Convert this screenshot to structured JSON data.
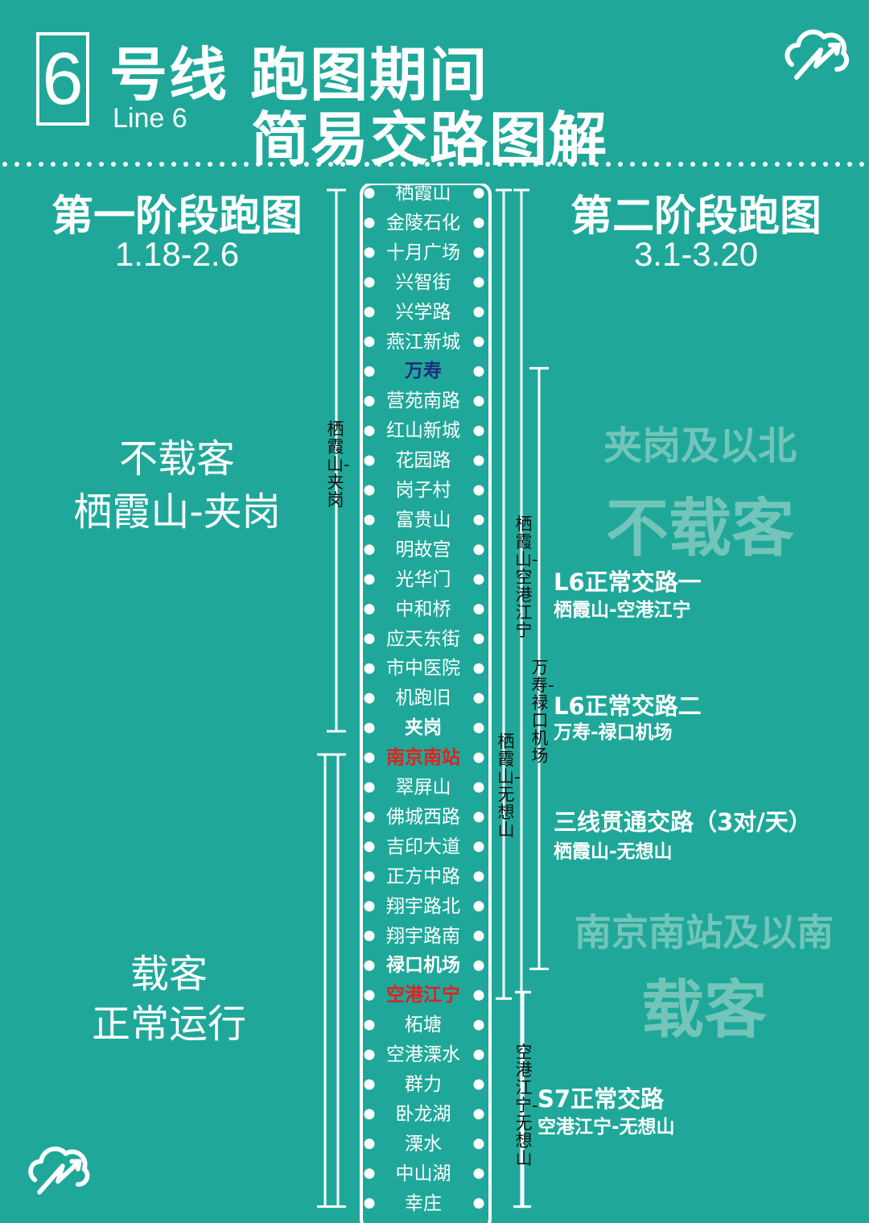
{
  "header": {
    "line_number": "6",
    "title_line1": "号线 跑图期间",
    "line_en": "Line 6",
    "title_line2": "简易交路图解"
  },
  "phase1": {
    "title": "第一阶段跑图",
    "dates": "1.18-2.6",
    "no_passenger_1": "不载客",
    "no_passenger_2": "栖霞山-夹岗",
    "passenger_1": "载客",
    "passenger_2": "正常运行",
    "bracket_label": "栖霞山-夹岗"
  },
  "phase2": {
    "title": "第二阶段跑图",
    "dates": "3.1-3.20",
    "north_note": "夹岗及以北",
    "north_status": "不载客",
    "south_note": "南京南站及以南",
    "south_status": "载客",
    "routes": [
      {
        "title": "L6正常交路一",
        "sub": "栖霞山-空港江宁",
        "bracket_label": "栖霞山-空港江宁"
      },
      {
        "title": "L6正常交路二",
        "sub": "万寿-禄口机场",
        "bracket_label": "万寿-禄口机场"
      },
      {
        "title": "三线贯通交路（3对/天）",
        "sub": "栖霞山-无想山",
        "bracket_label": "栖霞山-无想山"
      },
      {
        "title": "S7正常交路",
        "sub": "空港江宁-无想山",
        "bracket_label": "空港江宁-无想山"
      }
    ]
  },
  "stations": [
    {
      "name": "栖霞山",
      "style": "normal"
    },
    {
      "name": "金陵石化",
      "style": "normal"
    },
    {
      "name": "十月广场",
      "style": "normal"
    },
    {
      "name": "兴智街",
      "style": "normal"
    },
    {
      "name": "兴学路",
      "style": "normal"
    },
    {
      "name": "燕江新城",
      "style": "normal"
    },
    {
      "name": "万寿",
      "style": "blue"
    },
    {
      "name": "营苑南路",
      "style": "normal"
    },
    {
      "name": "红山新城",
      "style": "normal"
    },
    {
      "name": "花园路",
      "style": "normal"
    },
    {
      "name": "岗子村",
      "style": "normal"
    },
    {
      "name": "富贵山",
      "style": "normal"
    },
    {
      "name": "明故宫",
      "style": "normal"
    },
    {
      "name": "光华门",
      "style": "normal"
    },
    {
      "name": "中和桥",
      "style": "normal"
    },
    {
      "name": "应天东街",
      "style": "normal"
    },
    {
      "name": "市中医院",
      "style": "normal"
    },
    {
      "name": "机跑旧",
      "style": "normal"
    },
    {
      "name": "夹岗",
      "style": "bold"
    },
    {
      "name": "南京南站",
      "style": "red"
    },
    {
      "name": "翠屏山",
      "style": "normal"
    },
    {
      "name": "佛城西路",
      "style": "normal"
    },
    {
      "name": "吉印大道",
      "style": "normal"
    },
    {
      "name": "正方中路",
      "style": "normal"
    },
    {
      "name": "翔宇路北",
      "style": "normal"
    },
    {
      "name": "翔宇路南",
      "style": "normal"
    },
    {
      "name": "禄口机场",
      "style": "bold"
    },
    {
      "name": "空港江宁",
      "style": "red"
    },
    {
      "name": "柘塘",
      "style": "normal"
    },
    {
      "name": "空港溧水",
      "style": "normal"
    },
    {
      "name": "群力",
      "style": "normal"
    },
    {
      "name": "卧龙湖",
      "style": "normal"
    },
    {
      "name": "溧水",
      "style": "normal"
    },
    {
      "name": "中山湖",
      "style": "normal"
    },
    {
      "name": "幸庄",
      "style": "normal"
    }
  ],
  "colors": {
    "background": "#1fa89a",
    "faded_text": "#73c5ba",
    "terminal_red": "#e3201c",
    "station_blue": "#1d2d7a"
  },
  "icons": {
    "logo": "cloud-arrow-logo"
  }
}
